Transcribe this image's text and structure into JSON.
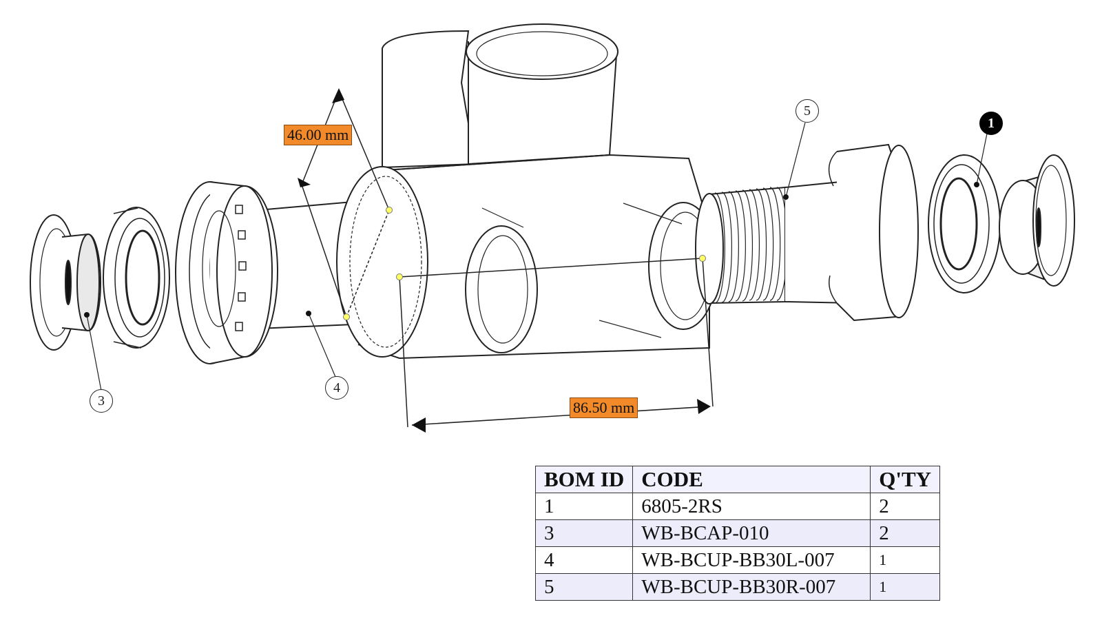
{
  "dimensions": {
    "diameter": "46.00 mm",
    "length": "86.50 mm"
  },
  "balloons": {
    "b1": "1",
    "b3": "3",
    "b4": "4",
    "b5": "5"
  },
  "bom": {
    "headers": [
      "BOM ID",
      "CODE",
      "Q'TY"
    ],
    "rows": [
      {
        "id": "1",
        "code": "6805-2RS",
        "qty": "2"
      },
      {
        "id": "3",
        "code": "WB-BCAP-010",
        "qty": "2"
      },
      {
        "id": "4",
        "code": "WB-BCUP-BB30L-007",
        "qty": "1"
      },
      {
        "id": "5",
        "code": "WB-BCUP-BB30R-007",
        "qty": "1"
      }
    ]
  },
  "colors": {
    "dimension_label": "#f28a2a",
    "measure_point": "#ffff66",
    "line": "#222222"
  }
}
